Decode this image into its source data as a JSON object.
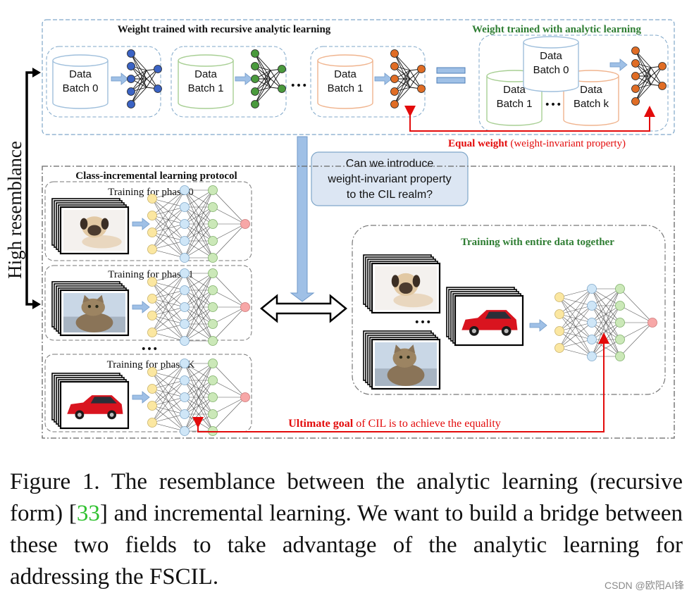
{
  "diagram": {
    "top_left_title": "Weight trained with recursive analytic learning",
    "top_right_title": "Weight trained with analytic learning",
    "batches_left": [
      "Data\nBatch 0",
      "Data\nBatch 1",
      "Data\nBatch 1"
    ],
    "batches_right": [
      "Data\nBatch 0",
      "Data\nBatch 1",
      "Data\nBatch k"
    ],
    "ellipsis": "•••",
    "equal_weight_bold": "Equal weight",
    "equal_weight_rest": " (weight-invariant property)",
    "high_resemblance": "High resemblance",
    "question": [
      "Can we introduce",
      "weight-invariant property",
      "to the CIL realm?"
    ],
    "cil_protocol_title": "Class-incremental learning protocol",
    "phases": [
      "Training for phase 0",
      "Training for phase 1",
      "Training for phase K"
    ],
    "entire_data_title": "Training with entire data together",
    "ultimate_goal_bold": "Ultimate goal",
    "ultimate_goal_rest": " of CIL is to achieve the equality",
    "colors": {
      "frame": "#7fa7c9",
      "arrow_fill": "#9fc0e6",
      "title_green": "#2e7d32",
      "red": "#e30b0b",
      "node_dark_blue": "#3b63c4",
      "node_green": "#4a9a3d",
      "node_orange": "#e06d25",
      "node_yellow": "#fbe7a1",
      "node_light_blue": "#cfe6f7",
      "node_light_green": "#cbe8b8",
      "node_pink": "#f7a7a7"
    }
  },
  "caption": {
    "prefix": "Figure 1.  The resemblance between the analytic learning (recursive form) [",
    "ref": "33",
    "suffix": "] and incremental learning.  We want to build a bridge between these two fields to take advantage of the analytic learning for addressing the FSCIL."
  },
  "watermark": "CSDN @欧阳AI锋"
}
